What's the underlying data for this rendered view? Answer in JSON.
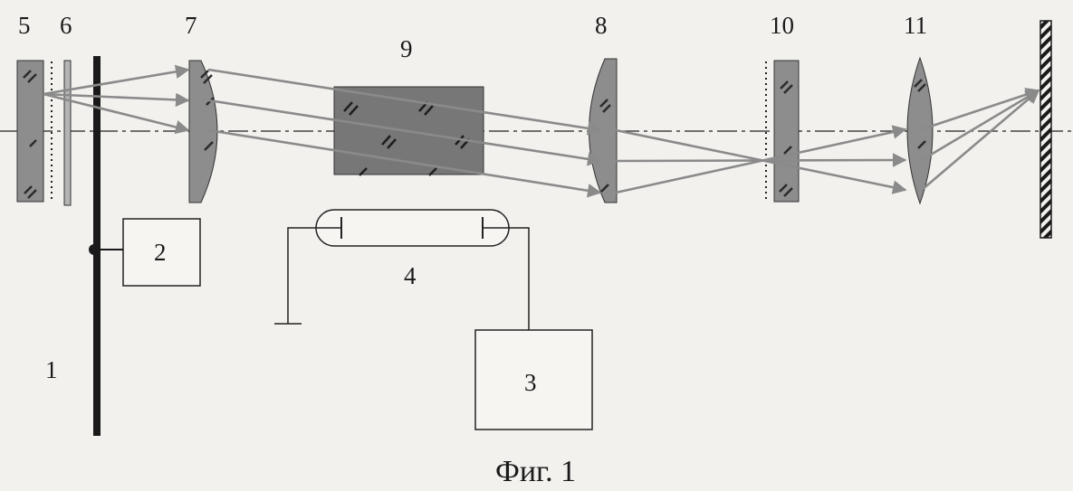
{
  "caption": "Фиг. 1",
  "labels": {
    "l1": "1",
    "l2": "2",
    "l3": "3",
    "l4": "4",
    "l5": "5",
    "l6": "6",
    "l7": "7",
    "l8": "8",
    "l9": "9",
    "l10": "10",
    "l11": "11"
  },
  "colors": {
    "element_fill": "#8d8d8d",
    "crystal_fill": "#777777",
    "ray": "#8a8a8a",
    "line": "#1a1a1a"
  }
}
